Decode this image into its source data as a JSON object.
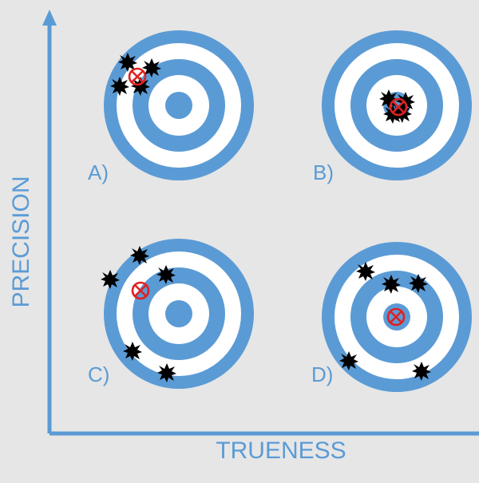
{
  "colors": {
    "background": "#e6e6e6",
    "axis": "#5b9bd5",
    "ring_blue": "#5b9bd5",
    "ring_white": "#ffffff",
    "label": "#5b9bd5",
    "hole": "#000000",
    "mean_marker": "#e02020"
  },
  "axes": {
    "x_label": "TRUENESS",
    "y_label": "PRECISION"
  },
  "targets": [
    {
      "id": "a",
      "label": "A)"
    },
    {
      "id": "b",
      "label": "B)"
    },
    {
      "id": "c",
      "label": "C)"
    },
    {
      "id": "d",
      "label": "D)"
    }
  ],
  "icons": {
    "bullet_hole": "bullet-hole-icon",
    "mean_marker": "circled-x-icon"
  }
}
